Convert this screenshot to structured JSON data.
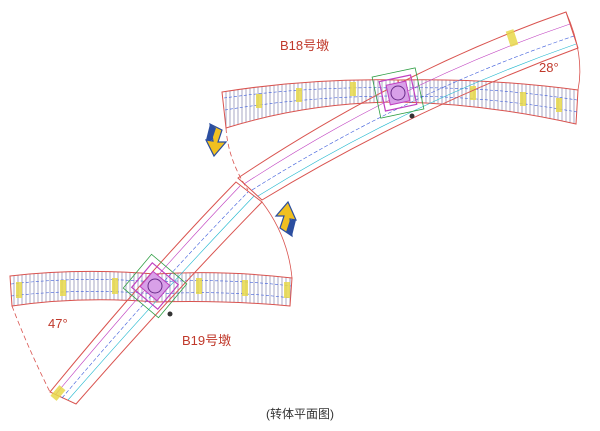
{
  "labels": {
    "pier_b18": "B18号墩",
    "pier_b19": "B19号墩",
    "angle_b18": "28°",
    "angle_b19": "47°",
    "caption": "(转体平面图)"
  },
  "colors": {
    "outline": "#d9534f",
    "hatch": "#6c6c9c",
    "centerline_blue": "#3b5bdb",
    "centerline_cyan": "#22b8cf",
    "pier_magenta": "#c040c0",
    "pier_green": "#2f9e44",
    "block_yellow": "#e8d84a",
    "arrow_blue": "#2b4ea0",
    "arrow_yellow": "#f0c020"
  }
}
